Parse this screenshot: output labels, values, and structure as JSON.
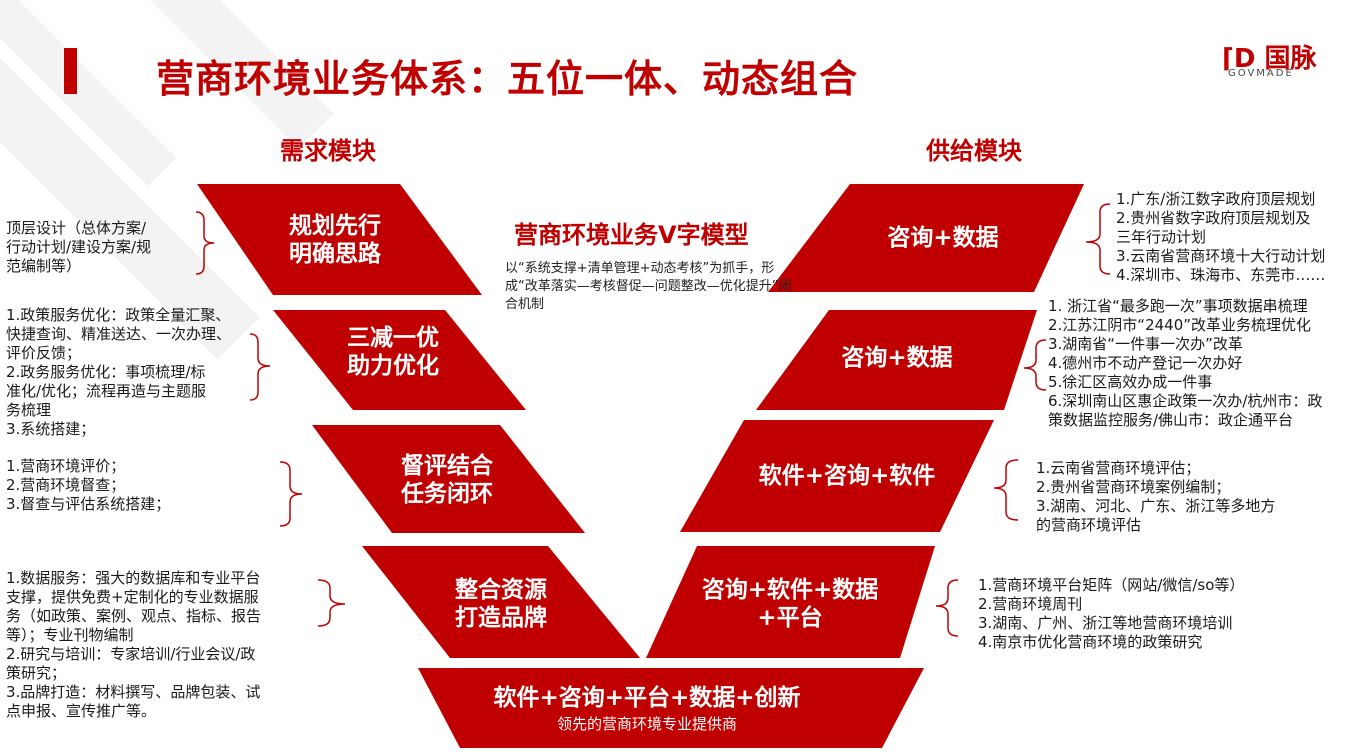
{
  "header": {
    "title": "营商环境业务体系：五位一体、动态组合",
    "logo_mark": "⌈D 国脉",
    "logo_text": "GOVMADE"
  },
  "columns": {
    "left": "需求模块",
    "right": "供给模块"
  },
  "center": {
    "title": "营商环境业务V字模型",
    "desc": "以“系统支撑+清单管理+动态考核”为抓手，形成“改革落实—考核督促—问题整改—优化提升”闭合机制"
  },
  "left_segments": [
    {
      "line1": "规划先行",
      "line2": "明确思路"
    },
    {
      "line1": "三减一优",
      "line2": "助力优化"
    },
    {
      "line1": "督评结合",
      "line2": "任务闭环"
    },
    {
      "line1": "整合资源",
      "line2": "打造品牌"
    }
  ],
  "right_segments": [
    {
      "line1": "咨询+数据",
      "line2": ""
    },
    {
      "line1": "咨询+数据",
      "line2": ""
    },
    {
      "line1": "软件+咨询+软件",
      "line2": ""
    },
    {
      "line1": "咨询+软件+数据",
      "line2": "+平台"
    }
  ],
  "bottom": {
    "title": "软件+咨询+平台+数据+创新",
    "subtitle": "领先的营商环境专业提供商"
  },
  "left_notes": [
    [
      "顶层设计（总体方案/",
      "行动计划/建设方案/规",
      "范编制等）"
    ],
    [
      "1.政策服务优化：政策全量汇聚、",
      "快捷查询、精准送达、一次办理、",
      "评价反馈；",
      "2.政务服务优化：事项梳理/标",
      "准化/优化；流程再造与主题服",
      "务梳理",
      "3.系统搭建；"
    ],
    [
      "1.营商环境评价；",
      "2.营商环境督查；",
      "3.督查与评估系统搭建；"
    ],
    [
      "1.数据服务：强大的数据库和专业平台",
      "支撑，提供免费+定制化的专业数据服",
      "务（如政策、案例、观点、指标、报告",
      "等）；专业刊物编制",
      "2.研究与培训：专家培训/行业会议/政",
      "策研究；",
      "3.品牌打造：材料撰写、品牌包装、试",
      "点申报、宣传推广等。"
    ]
  ],
  "right_notes": [
    [
      "1.广东/浙江数字政府顶层规划",
      "2.贵州省数字政府顶层规划及",
      "三年行动计划",
      "3.云南省营商环境十大行动计划",
      "4.深圳市、珠海市、东莞市……"
    ],
    [
      "1. 浙江省“最多跑一次”事项数据串梳理",
      "2.江苏江阴市“2440”改革业务梳理优化",
      "3.湖南省“一件事一次办”改革",
      "4.德州市不动产登记一次办好",
      "5.徐汇区高效办成一件事",
      "6.深圳南山区惠企政策一次办/杭州市：政",
      "策数据监控服务/佛山市：政企通平台"
    ],
    [
      "1.云南省营商环境评估；",
      "2.贵州省营商环境案例编制；",
      "3.湖南、河北、广东、浙江等多地方",
      "的营商环境评估"
    ],
    [
      "1.营商环境平台矩阵（网站/微信/so等）",
      "2.营商环境周刊",
      "3.湖南、广州、浙江等地营商环境培训",
      "4.南京市优化营商环境的政策研究"
    ]
  ],
  "colors": {
    "accent": "#c00000",
    "text": "#1a1a1a",
    "background": "#ffffff"
  }
}
